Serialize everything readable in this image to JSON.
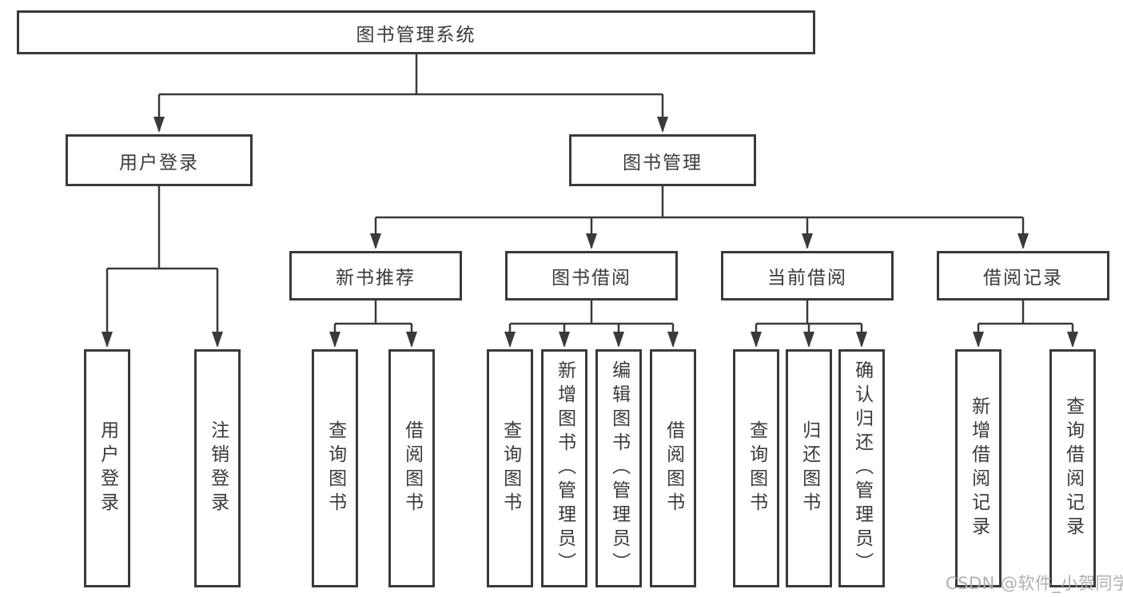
{
  "tree": {
    "root": "图书管理系统",
    "branches": [
      {
        "label": "用户登录",
        "leaves": [
          "用户登录",
          "注销登录"
        ]
      },
      {
        "label": "图书管理",
        "sections": [
          {
            "label": "新书推荐",
            "leaves": [
              "查询图书",
              "借阅图书"
            ]
          },
          {
            "label": "图书借阅",
            "leaves": [
              "查询图书",
              "新增图书（管理员）",
              "编辑图书（管理员）",
              "借阅图书"
            ]
          },
          {
            "label": "当前借阅",
            "leaves": [
              "查询图书",
              "归还图书",
              "确认归还（管理员）"
            ]
          },
          {
            "label": "借阅记录",
            "leaves": [
              "新增借阅记录",
              "查询借阅记录"
            ]
          }
        ]
      }
    ]
  },
  "watermark": "CSDN @软件_小贺同学",
  "colors": {
    "line": "#3a3a3a",
    "text": "#3a3a3a",
    "watermark": "#acacac",
    "background": "#ffffff"
  }
}
